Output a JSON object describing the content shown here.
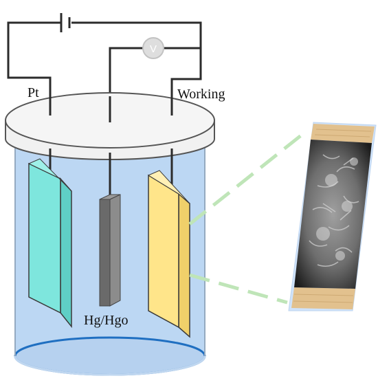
{
  "diagram": {
    "labels": {
      "counter_electrode": "Pt",
      "working_electrode": "Working",
      "reference_electrode": "Hg/Hgo",
      "meter_symbol": "V"
    },
    "colors": {
      "wire": "#2b2b2b",
      "solution": "#bcd7f3",
      "vessel_rim": "#f3f3f3",
      "counter_plate": "#7ee6dd",
      "reference_rod": "#707070",
      "working_plate": "#ffe58a",
      "wood_strip": "#e2c18e",
      "guide_line": "#bfe5b8",
      "meter_fill": "#dedede"
    },
    "icons": {
      "battery": "battery-icon",
      "voltmeter": "voltmeter-icon"
    },
    "inset": {
      "description_visible": false
    }
  }
}
